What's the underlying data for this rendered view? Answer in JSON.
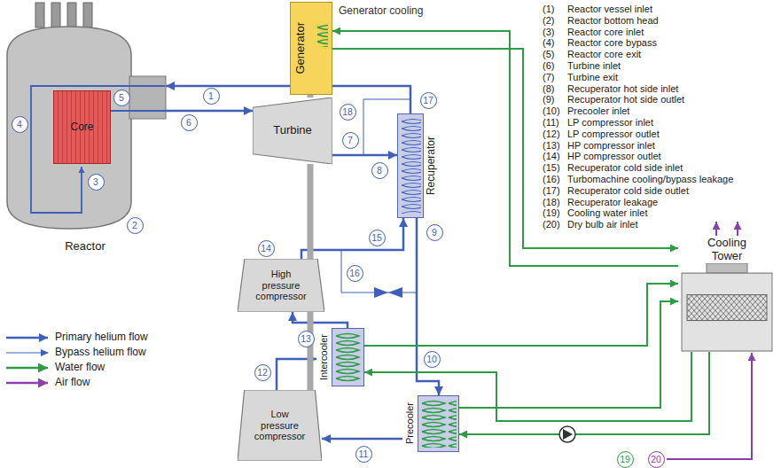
{
  "diagram": {
    "nodes": [
      {
        "text": [
          "Reactor"
        ]
      },
      {
        "text": [
          "Core"
        ],
        "in": 0
      },
      {
        "text": [
          "Generator"
        ]
      },
      {
        "text": [
          "Turbine"
        ]
      },
      {
        "text": [
          "Recuperator"
        ]
      },
      {
        "text": [
          "High pressure compressor"
        ]
      },
      {
        "text": [
          "Low pressure compressor"
        ]
      },
      {
        "text": [
          "Intercooler"
        ]
      },
      {
        "text": [
          "Precooler"
        ]
      },
      {
        "text": [
          "Cooling Tower"
        ]
      }
    ],
    "edges": [
      {
        "from": 0,
        "to": 3,
        "arrow": "to"
      },
      {
        "from": 3,
        "to": 4,
        "arrow": "to"
      },
      {
        "from": 4,
        "to": 8,
        "arrow": "to"
      },
      {
        "from": 8,
        "to": 6,
        "arrow": "to"
      },
      {
        "from": 6,
        "to": 7,
        "arrow": "to"
      },
      {
        "from": 7,
        "to": 5,
        "arrow": "to"
      },
      {
        "from": 5,
        "to": 4,
        "arrow": "to"
      },
      {
        "from": 4,
        "to": 0,
        "arrow": "to"
      },
      {
        "from": 9,
        "to": 2,
        "arrow": "to"
      },
      {
        "from": 2,
        "to": 9,
        "arrow": "to"
      },
      {
        "from": 9,
        "to": 7,
        "arrow": "to"
      },
      {
        "from": 7,
        "to": 9,
        "arrow": "to"
      },
      {
        "from": 9,
        "to": 8,
        "arrow": "to"
      },
      {
        "from": 8,
        "to": 9,
        "arrow": "to"
      },
      {
        "from": 2,
        "to": 3,
        "arrow": "none"
      },
      {
        "from": 3,
        "to": 5,
        "arrow": "none"
      },
      {
        "from": 5,
        "to": 6,
        "arrow": "none"
      }
    ],
    "labels": [
      "1",
      "2",
      "3",
      "4",
      "5",
      "6",
      "7",
      "8",
      "9",
      "10",
      "11",
      "12",
      "13",
      "14",
      "15",
      "16",
      "17",
      "18",
      "19",
      "20",
      "Generator cooling",
      "(1)",
      "Reactor vessel inlet",
      "(2)",
      "Reactor bottom head",
      "(3)",
      "Reactor core inlet",
      "(4)",
      "Reactor core bypass",
      "(5)",
      "Reactor core exit",
      "(6)",
      "Turbine inlet",
      "(7)",
      "Turbine exit",
      "(8)",
      "Recuperator hot side inlet",
      "(9)",
      "Recuperator hot side outlet",
      "(10)",
      "Precooler inlet",
      "(11)",
      "LP compressor inlet",
      "(12)",
      "LP compressor outlet",
      "(13)",
      "HP compressor inlet",
      "(14)",
      "HP compressor outlet",
      "(15)",
      "Recuperator cold side inlet",
      "(16)",
      "Turbomachine cooling/bypass leakage",
      "(17)",
      "Recuperator cold side outlet",
      "(18)",
      "Recuperator leakage",
      "(19)",
      "Cooling water inlet",
      "(20)",
      "Dry bulb air inlet"
    ],
    "legend": [
      {
        "text": "Primary helium flow"
      },
      {
        "text": "Bypass helium flow"
      },
      {
        "text": "Water flow"
      },
      {
        "text": "Air flow"
      }
    ]
  }
}
